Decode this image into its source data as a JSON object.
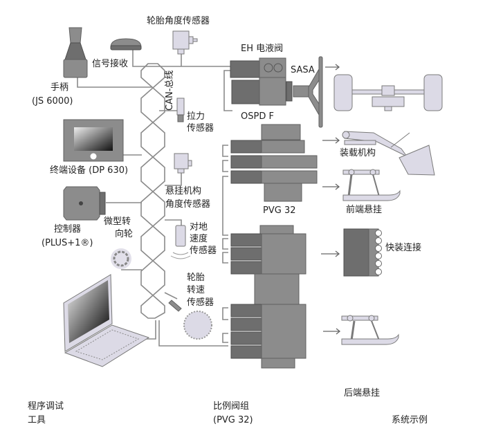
{
  "diagram": {
    "title": "系统示例",
    "bus_label": "CAN-总线",
    "components": {
      "joystick": {
        "label": "手柄",
        "model": "(JS 6000)"
      },
      "receiver": {
        "label": "信号接收"
      },
      "wheel_angle_sensor": {
        "label": "轮胎角度传感器"
      },
      "eh_valve": {
        "label": "EH 电液阀"
      },
      "sasa": {
        "label": "SASA"
      },
      "ospd": {
        "label": "OSPD F"
      },
      "force_sensor": {
        "label_line1": "拉力",
        "label_line2": "传感器"
      },
      "display": {
        "label": "终端设备 (DP 630)"
      },
      "susp_angle_sensor": {
        "label_line1": "悬挂机构",
        "label_line2": "角度传感器"
      },
      "controller": {
        "label": "控制器",
        "model": "(PLUS+1®)"
      },
      "mini_wheel": {
        "label_line1": "微型转",
        "label_line2": "向轮"
      },
      "ground_speed_sensor": {
        "label_line1": "对地",
        "label_line2": "速度",
        "label_line3": "传感器"
      },
      "wheel_speed_sensor": {
        "label_line1": "轮胎",
        "label_line2": "转速",
        "label_line3": "传感器"
      },
      "pvg_top": {
        "label": "PVG 32"
      },
      "loader": {
        "label": "装载机构"
      },
      "front_hitch": {
        "label": "前端悬挂"
      },
      "quick_coupling": {
        "label": "快装连接"
      },
      "rear_hitch": {
        "label": "后端悬挂"
      },
      "service_tool": {
        "label_line1": "程序调试",
        "label_line2": "工具"
      },
      "valve_group": {
        "label_line1": "比例阀组",
        "label_line2": "(PVG 32)"
      }
    }
  }
}
